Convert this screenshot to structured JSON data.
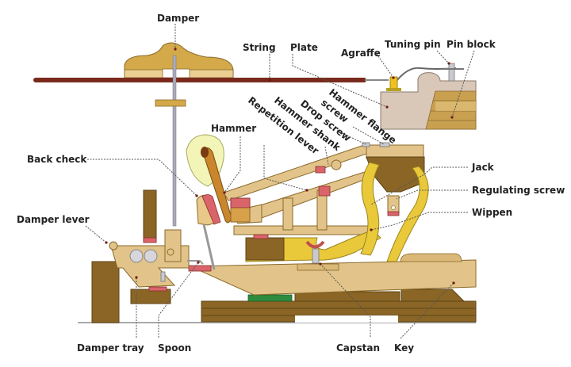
{
  "title": "Upright piano action diagram",
  "labels": {
    "damper": "Damper",
    "string": "String",
    "plate": "Plate",
    "agraffe": "Agraffe",
    "tuning_pin": "Tuning pin",
    "pin_block": "Pin block",
    "hammer_flange_screw_1": "Hammer flange",
    "hammer_flange_screw_2": "screw",
    "drop_screw": "Drop screw",
    "hammer_shank": "Hammer shank",
    "repetition_lever": "Repetition lever",
    "hammer": "Hammer",
    "back_check": "Back check",
    "jack": "Jack",
    "regulating_screw": "Regulating screw",
    "wippen": "Wippen",
    "damper_lever": "Damper lever",
    "damper_tray": "Damper tray",
    "spoon": "Spoon",
    "capstan": "Capstan",
    "key": "Key"
  },
  "colors": {
    "wood_light": "#e2c48a",
    "wood_dark": "#8a6526",
    "felt": "#d9646a",
    "yellow": "#e9c93a",
    "string": "#7a2a1c",
    "plate": "#d9c8b8",
    "green": "#2e8b3e",
    "hammer_glow": "#f3f5b8"
  }
}
